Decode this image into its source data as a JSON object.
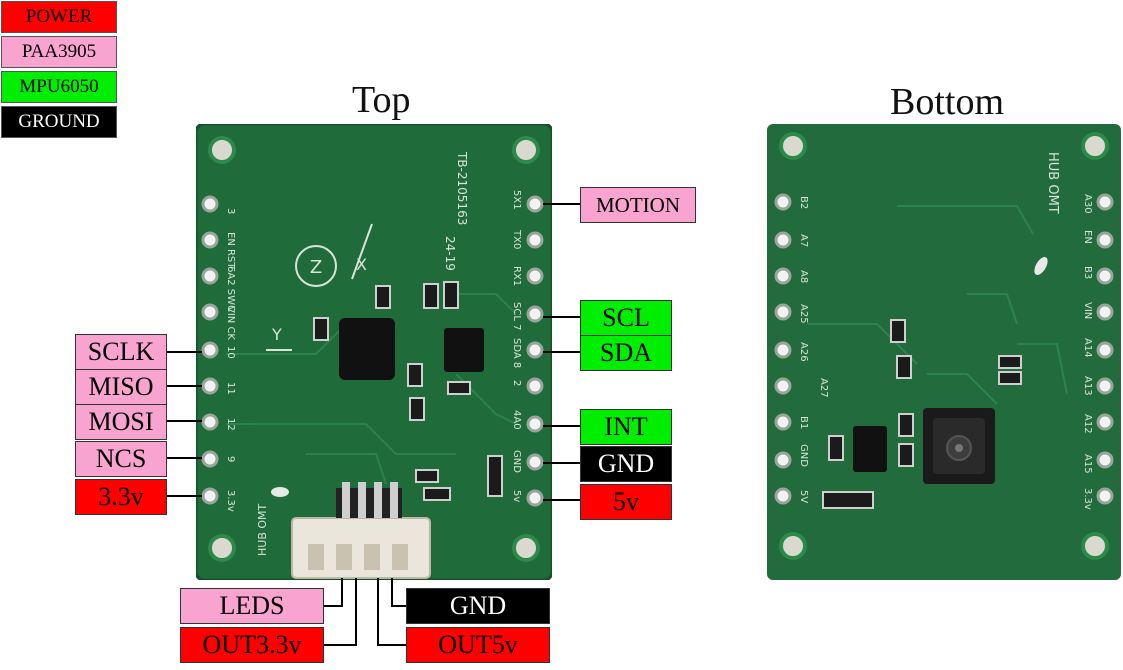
{
  "legend": [
    {
      "label": "POWER",
      "bg": "#ff0000",
      "fg": "#000000"
    },
    {
      "label": "PAA3905",
      "bg": "#f9a3d0",
      "fg": "#000000"
    },
    {
      "label": "MPU6050",
      "bg": "#00ee00",
      "fg": "#000000"
    },
    {
      "label": "GROUND",
      "bg": "#000000",
      "fg": "#ffffff"
    }
  ],
  "views": {
    "top": "Top",
    "bottom": "Bottom"
  },
  "left_pins": [
    {
      "label": "SCLK",
      "group": "paa"
    },
    {
      "label": "MISO",
      "group": "paa"
    },
    {
      "label": "MOSI",
      "group": "paa"
    },
    {
      "label": "NCS",
      "group": "paa"
    },
    {
      "label": "3.3v",
      "group": "power"
    }
  ],
  "right_pins": [
    {
      "label": "MOTION",
      "group": "paa"
    },
    {
      "label": "SCL",
      "group": "mpu"
    },
    {
      "label": "SDA",
      "group": "mpu"
    },
    {
      "label": "INT",
      "group": "mpu"
    },
    {
      "label": "GND",
      "group": "ground"
    },
    {
      "label": "5v",
      "group": "power"
    }
  ],
  "bottom_pins": [
    {
      "label": "LEDS",
      "group": "paa"
    },
    {
      "label": "GND",
      "group": "ground"
    },
    {
      "label": "OUT3.3v",
      "group": "power"
    },
    {
      "label": "OUT5v",
      "group": "power"
    }
  ],
  "colors": {
    "power": "#ff0000",
    "paa": "#f9a3d0",
    "mpu": "#00ee00",
    "ground": "#000000",
    "pcb": "#1f6b3a"
  },
  "silkscreen": {
    "top": {
      "part_no": "TB-2105163",
      "date": "24-19",
      "board_name": "HUB OMT",
      "axis_x": "X",
      "axis_y": "Y",
      "axis_z": "Z",
      "left_pins": [
        "3",
        "EN RST",
        "6A2 SWC",
        "VIN CK",
        "10",
        "11",
        "12",
        "9",
        "3.3v"
      ],
      "right_pins": [
        "5X1",
        "TX0",
        "RX1",
        "SCL 7",
        "SDA 8",
        "2",
        "4A0",
        "GND",
        "5v"
      ]
    },
    "bottom": {
      "board_name": "HUB OMT",
      "left_pins": [
        "B2",
        "A7",
        "A8",
        "A25",
        "A26",
        "A27",
        "B1",
        "GND",
        "5V"
      ],
      "right_pins": [
        "A30",
        "EN",
        "B3",
        "VIN",
        "A14",
        "A13",
        "A12",
        "A15",
        "3.3v"
      ]
    }
  }
}
